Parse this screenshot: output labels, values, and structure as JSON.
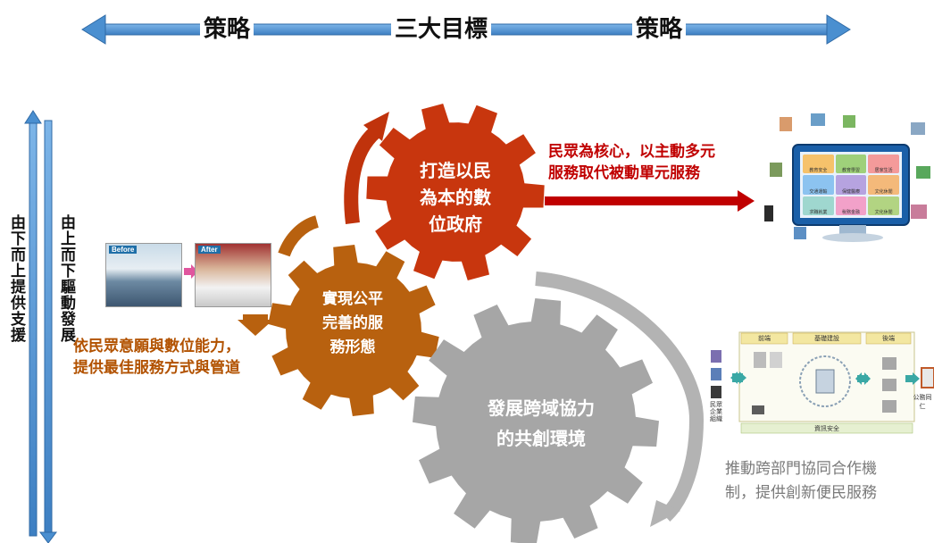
{
  "top_bar": {
    "left_label": "策略",
    "center_label": "三大目標",
    "right_label": "策略"
  },
  "left_axis": {
    "outer_label": "由下而上提供支援",
    "inner_label": "由上而下驅動發展"
  },
  "gears": {
    "red": "打造以民\n為本的數\n位政府",
    "orange": "實現公平\n完善的服\n務形態",
    "gray": "發展跨域協力\n的共創環境"
  },
  "captions": {
    "red": "民眾為核心，以主動多元\n服務取代被動單元服務",
    "brown": "依民眾意願與數位能力，\n提供最佳服務方式與管道",
    "gray": "推動跨部門協同合作機\n制，提供創新便民服務"
  },
  "photos": {
    "before_tag": "Before",
    "after_tag": "After"
  },
  "monitor_tiles": [
    "教育安全",
    "教育學習",
    "居家生活",
    "交通運輸",
    "保健醫療",
    "文化休閒",
    "求職就業",
    "稅務金融",
    "文化休閒"
  ],
  "network_diagram": {
    "sections": [
      "前端",
      "基礎建設",
      "後端"
    ],
    "bottom_bar": "資訊安全",
    "left_caption": "民眾\n企業\n組織",
    "right_caption": "公務同仁"
  },
  "colors": {
    "blue_arrow": "#4a8fd0",
    "red_gear": "#c8360e",
    "orange_gear": "#b8610f",
    "gray_gear": "#a6a6a6",
    "red_arrow": "#c00000"
  }
}
